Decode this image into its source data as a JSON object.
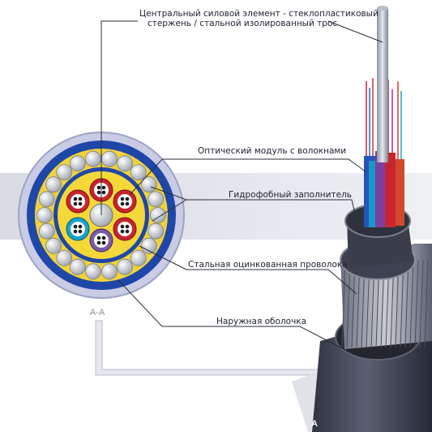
{
  "labels": {
    "central_line1": "Центральный силовой элемент - стеклопластиковый",
    "central_line2": "стержень / стальной изолированный трос",
    "optical_module": "Оптический модуль с волокнами",
    "filler": "Гидрофобный заполнитель",
    "steel_wire": "Стальная оцинкованная проволока",
    "outer_sheath": "Наружная оболочка",
    "section": "А-А",
    "marker": "А"
  }
}
